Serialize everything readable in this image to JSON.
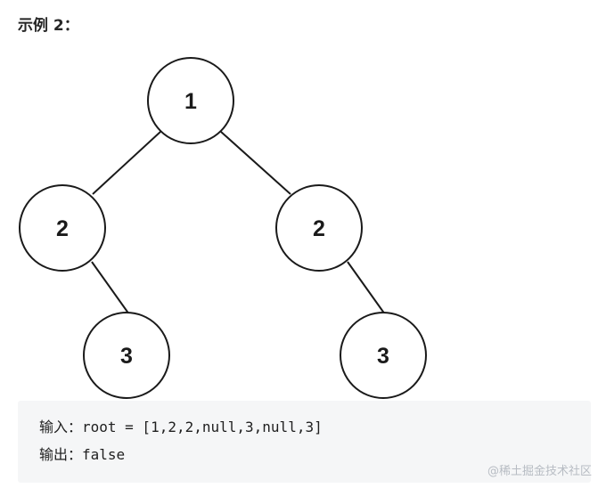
{
  "heading": "示例 2：",
  "tree": {
    "nodes": [
      {
        "id": "root",
        "label": "1"
      },
      {
        "id": "left",
        "label": "2"
      },
      {
        "id": "right",
        "label": "2"
      },
      {
        "id": "left-right",
        "label": "3"
      },
      {
        "id": "right-right",
        "label": "3"
      }
    ]
  },
  "example": {
    "input_line": "输入：root = [1,2,2,null,3,null,3]",
    "output_line": "输出：false"
  },
  "watermark": "@稀土掘金技术社区"
}
